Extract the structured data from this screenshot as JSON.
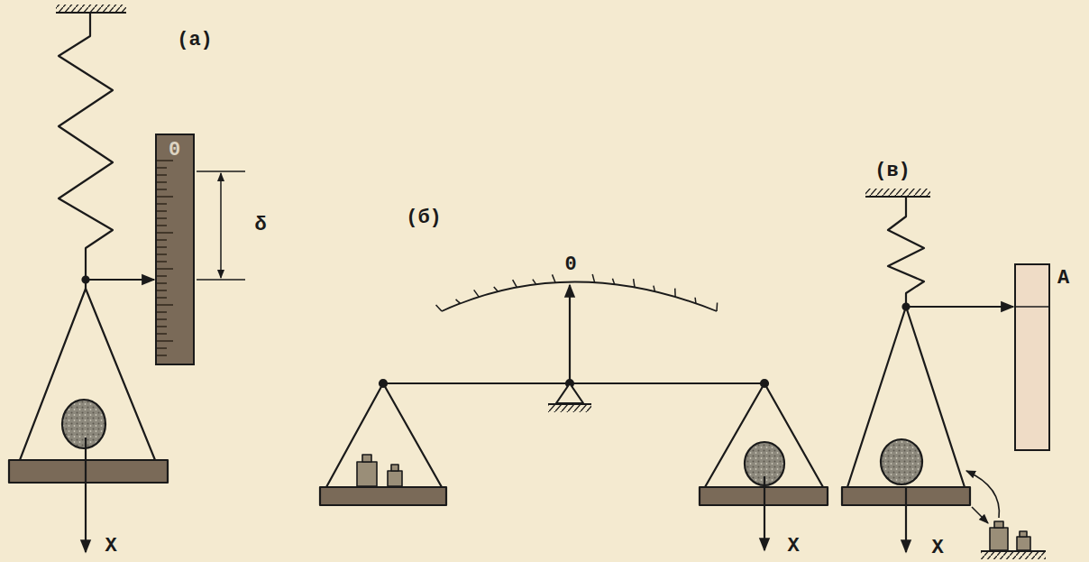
{
  "diagram": {
    "nodes": [
      {
        "text": [
          "0"
        ]
      },
      {
        "text": [
          "A"
        ]
      }
    ],
    "labels": [
      "(а)",
      "δ",
      "X",
      "(б)",
      "0",
      "X",
      "(в)",
      "X"
    ]
  }
}
